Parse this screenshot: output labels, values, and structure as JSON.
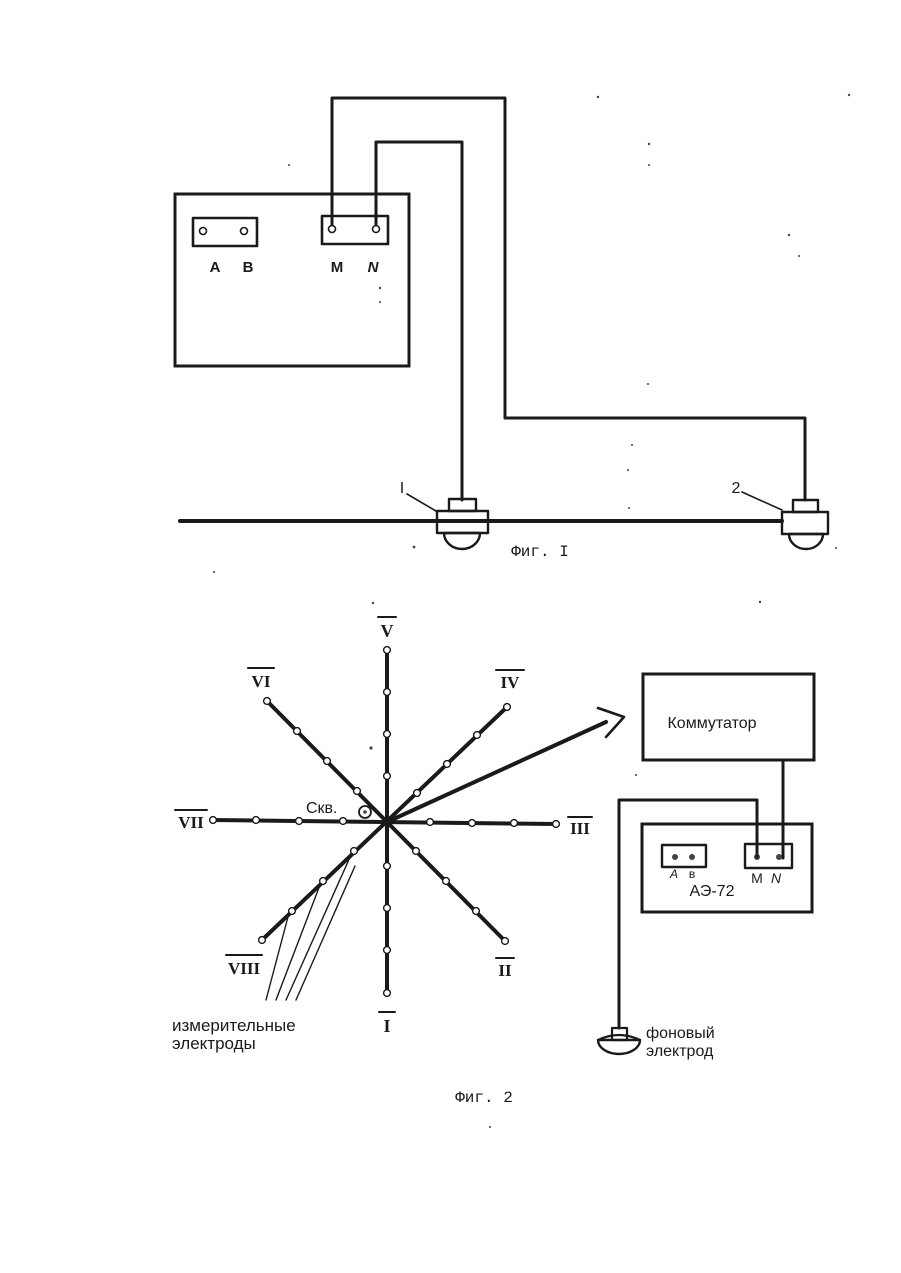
{
  "fig1": {
    "device_terminals": {
      "a": "A",
      "b": "B",
      "m": "M",
      "n": "N"
    },
    "sensor_1_label": "I",
    "sensor_2_label": "2",
    "caption": "Фиг. I"
  },
  "fig2": {
    "rays": {
      "i": "I",
      "ii": "II",
      "iii": "III",
      "iv": "IV",
      "v": "V",
      "vi": "VI",
      "vii": "VII",
      "viii": "VIII"
    },
    "well_label": "Скв.",
    "measuring_electrodes_line1": "измерительные",
    "measuring_electrodes_line2": "электроды",
    "switch_label": "Коммутатор",
    "device_terminals": {
      "a": "A",
      "b": "в",
      "m": "M",
      "n": "N"
    },
    "device_name": "АЭ-72",
    "background_electrode_line1": "фоновый",
    "background_electrode_line2": "электрод",
    "caption": "Фиг. 2"
  }
}
